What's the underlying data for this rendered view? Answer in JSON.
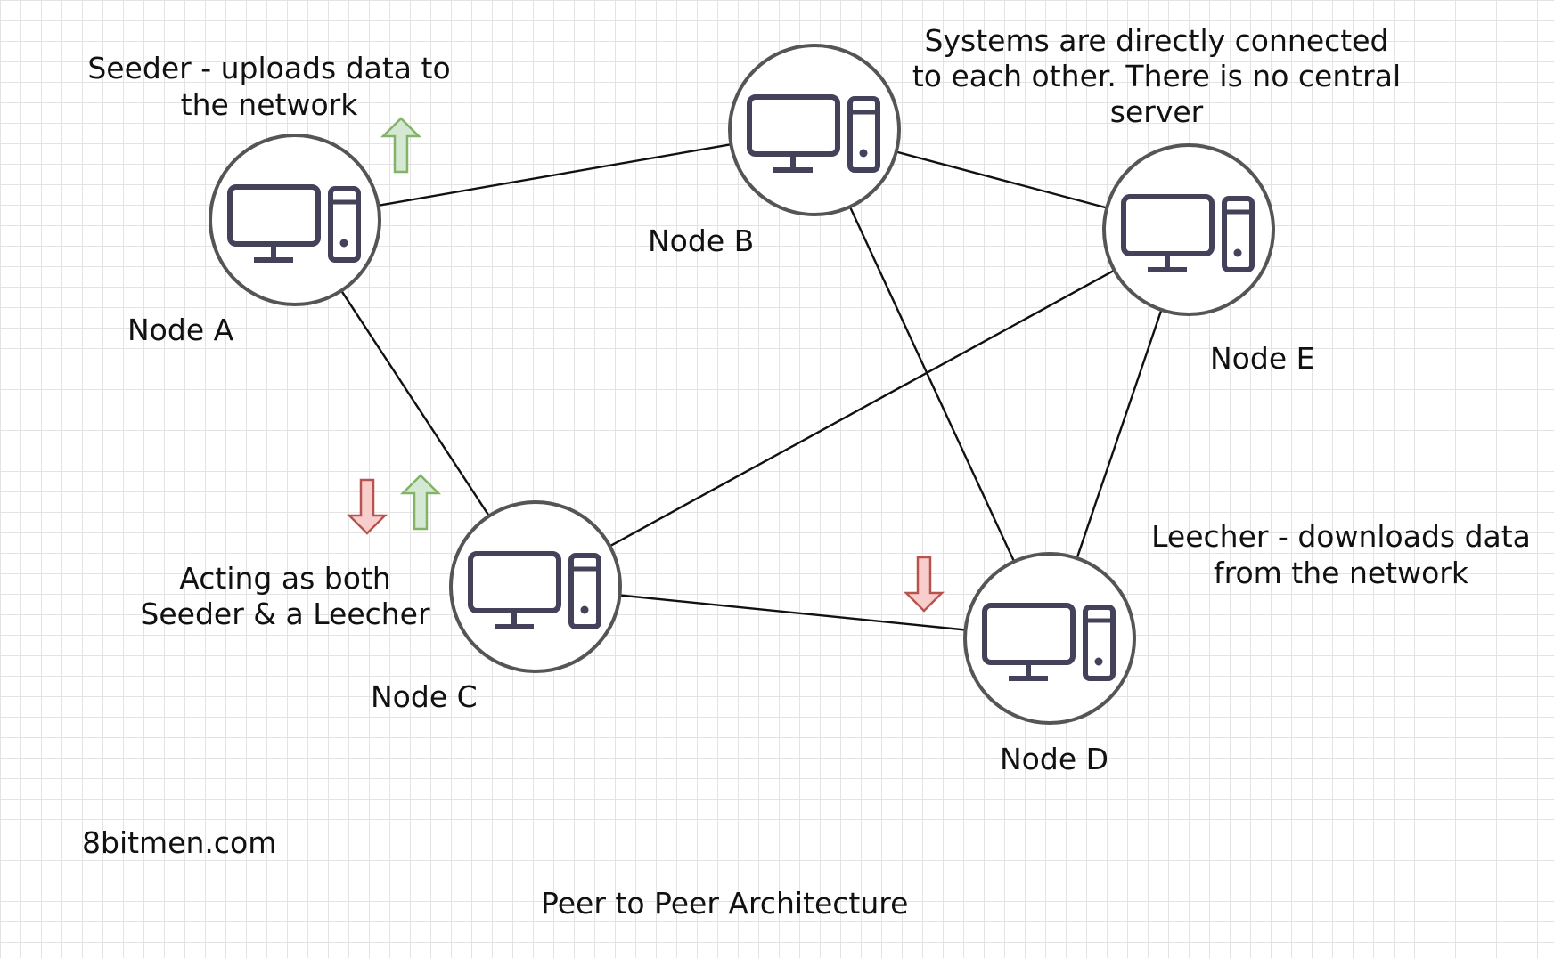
{
  "nodes": [
    {
      "id": "A",
      "label": "Node A"
    },
    {
      "id": "B",
      "label": "Node B"
    },
    {
      "id": "C",
      "label": "Node C"
    },
    {
      "id": "D",
      "label": "Node D"
    },
    {
      "id": "E",
      "label": "Node E"
    }
  ],
  "edges": [
    [
      "A",
      "B"
    ],
    [
      "A",
      "C"
    ],
    [
      "B",
      "E"
    ],
    [
      "B",
      "D"
    ],
    [
      "C",
      "E"
    ],
    [
      "C",
      "D"
    ],
    [
      "E",
      "D"
    ]
  ],
  "annotations": {
    "seeder": "Seeder - uploads data to the network",
    "central": "Systems are directly connected to each other. There is no central server",
    "both": "Acting as both Seeder & a Leecher",
    "leecher": "Leecher - downloads data from the network"
  },
  "arrows": [
    {
      "near": "A",
      "direction": "up",
      "meaning": "upload"
    },
    {
      "near": "C",
      "direction": "down",
      "meaning": "download"
    },
    {
      "near": "C",
      "direction": "up",
      "meaning": "upload"
    },
    {
      "near": "D",
      "direction": "down",
      "meaning": "download"
    }
  ],
  "watermark": "8bitmen.com",
  "caption": "Peer to Peer Architecture",
  "colors": {
    "node_stroke": "#555555",
    "icon_stroke": "#44415a",
    "upload_fill": "#d5e8d4",
    "upload_stroke": "#82b366",
    "download_fill": "#f8cecc",
    "download_stroke": "#b85450",
    "grid": "#e3e3e3"
  }
}
